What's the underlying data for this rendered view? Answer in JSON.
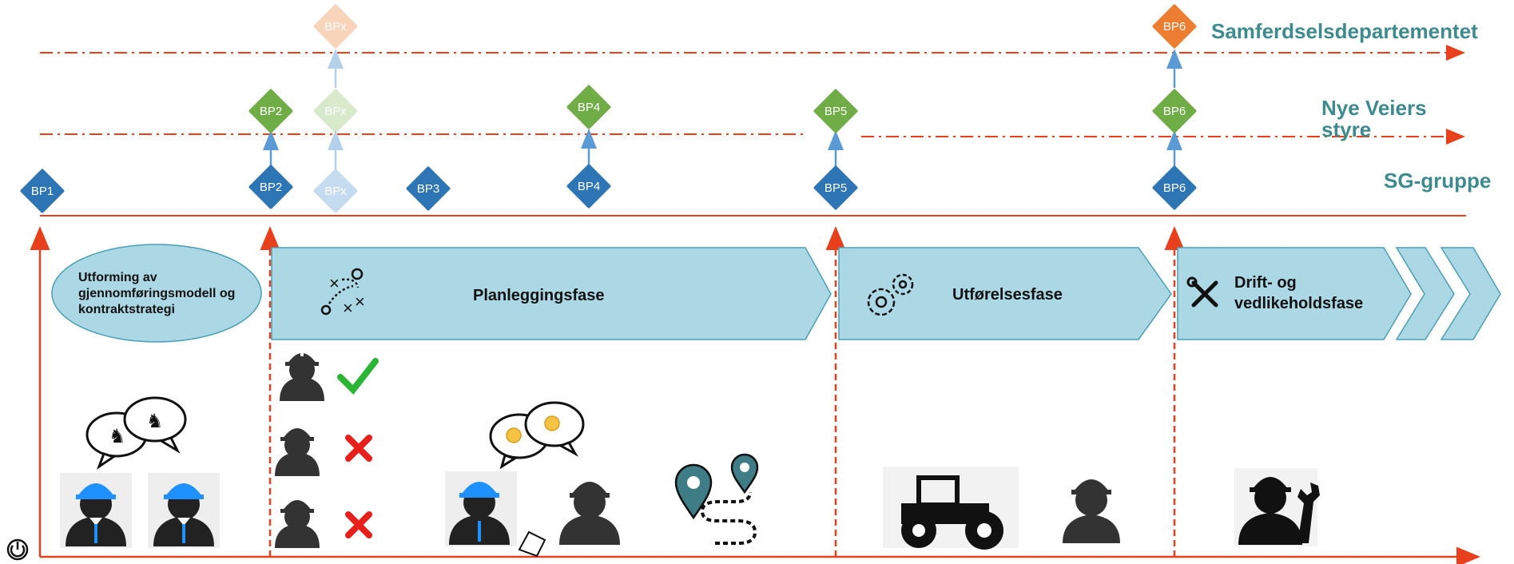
{
  "levels": [
    {
      "label": "Samferdselsdepartementet"
    },
    {
      "label": "Nye Veiers styre"
    },
    {
      "label": "SG-gruppe"
    }
  ],
  "milestones_bottom": [
    "BP1",
    "BP2",
    "BPx",
    "BP3",
    "BP4",
    "BP5",
    "BP6"
  ],
  "milestones_middle": [
    "BP2",
    "BPx",
    "BP4",
    "BP5",
    "BP6"
  ],
  "milestones_top": [
    "BPx",
    "BP6"
  ],
  "ellipse_text": "Utforming av gjennomføringsmodell og kontraktstrategi",
  "phases": [
    {
      "label": "Planleggingsfase"
    },
    {
      "label": "Utførelsesfase"
    },
    {
      "label": "Drift- og vedlikeholdsfase"
    }
  ],
  "colors": {
    "timeline_red": "#e8401c",
    "diamond_blue": "#2e75b6",
    "diamond_green": "#70ad47",
    "diamond_orange": "#ed7d31",
    "phase_fill": "#acd8e6",
    "phase_stroke": "#4a9fb5",
    "label_teal": "#3e8b8f"
  },
  "icons": {
    "planning": "strategy-play-icon",
    "execution": "gears-icon",
    "operation": "wrench-screwdriver-icon",
    "bottom_left": "power-icon"
  }
}
